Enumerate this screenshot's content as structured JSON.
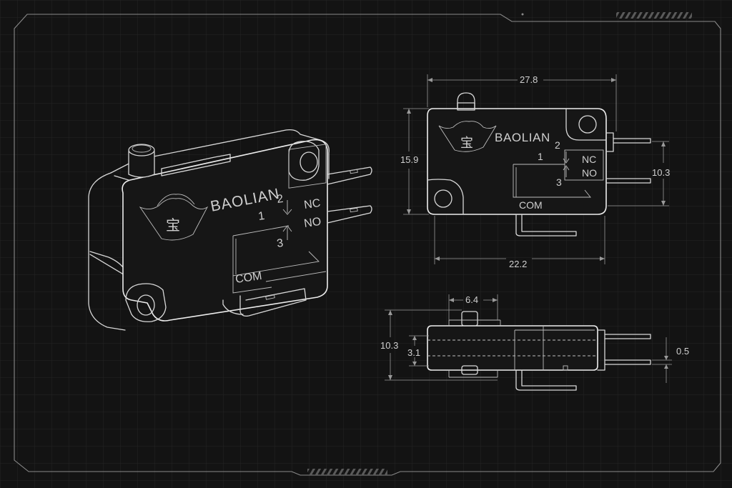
{
  "theme": {
    "background": "#131313",
    "grid": "#262626",
    "line": "#d8d8d8",
    "text": "#cfcfcf"
  },
  "brand": "BAOLIAN",
  "logo_glyph": "宝",
  "terminals": {
    "nc": "NC",
    "no": "NO",
    "com": "COM",
    "pin1": "1",
    "pin2": "2",
    "pin3": "3"
  },
  "dimensions": {
    "length_total": "27.8",
    "height_body": "15.9",
    "terminal_span": "10.3",
    "length_body": "22.2",
    "actuator_offset": "6.4",
    "thickness": "10.3",
    "inner_thickness": "3.1",
    "terminal_thickness": "0.5"
  }
}
